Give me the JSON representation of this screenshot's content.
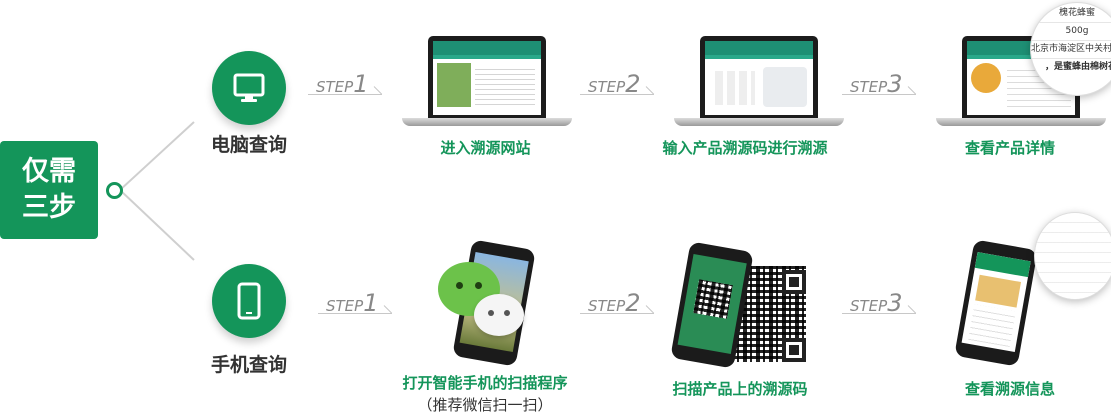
{
  "badge": {
    "line1": "仅需",
    "line2": "三步"
  },
  "computer": {
    "label": "电脑查询",
    "steps": [
      {
        "step_word": "STEP",
        "step_num": "1",
        "caption": "进入溯源网站"
      },
      {
        "step_word": "STEP",
        "step_num": "2",
        "caption": "输入产品溯源码进行溯源"
      },
      {
        "step_word": "STEP",
        "step_num": "3",
        "caption": "查看产品详情"
      }
    ],
    "magnifier": {
      "lines": [
        "槐花蜂蜜",
        "500g",
        "北京市海淀区中关村南大街"
      ],
      "snippet": "，是蜜蜂由棉树花酿的"
    }
  },
  "mobile": {
    "label": "手机查询",
    "steps": [
      {
        "step_word": "STEP",
        "step_num": "1",
        "caption": "打开智能手机的扫描程序",
        "sub": "（推荐微信扫一扫）"
      },
      {
        "step_word": "STEP",
        "step_num": "2",
        "caption": "扫描产品上的溯源码"
      },
      {
        "step_word": "STEP",
        "step_num": "3",
        "caption": "查看溯源信息"
      }
    ]
  },
  "colors": {
    "brand_green": "#14955a",
    "step_gray": "#888888"
  },
  "icons": {
    "computer": "monitor-icon",
    "mobile": "smartphone-icon"
  }
}
